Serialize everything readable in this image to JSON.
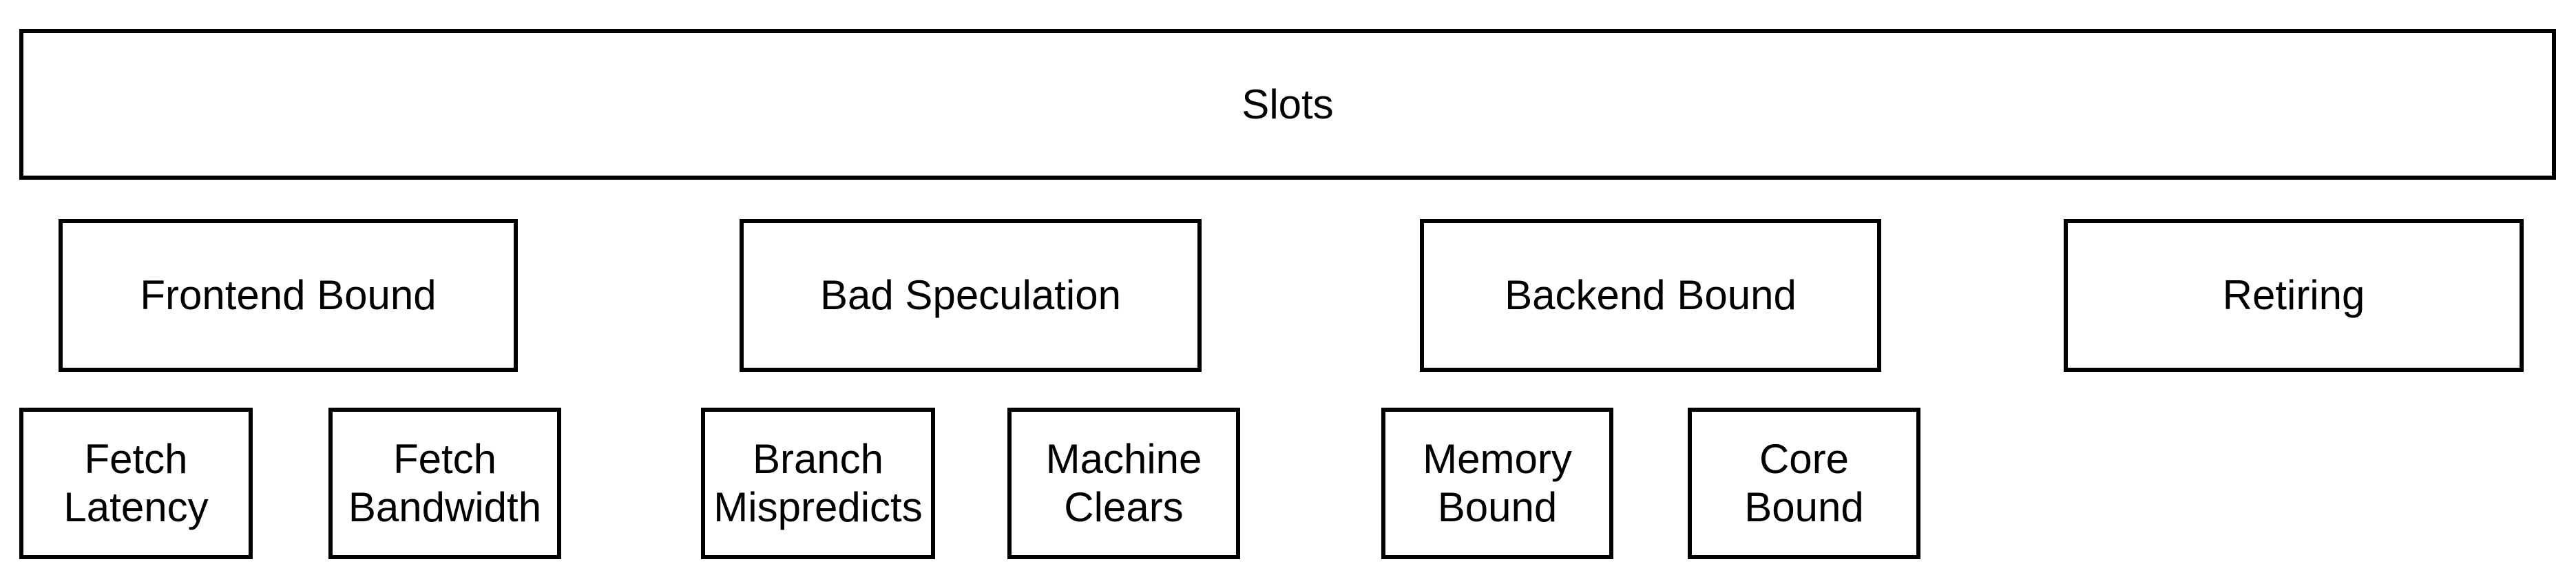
{
  "diagram": {
    "type": "hierarchy-block-diagram",
    "colors": {
      "background": "#ffffff",
      "box_fill": "#ffffff",
      "box_border": "#000000",
      "text": "#000000"
    },
    "root": {
      "label": "Slots",
      "children": [
        {
          "label": "Frontend Bound",
          "children": [
            {
              "label": "Fetch Latency"
            },
            {
              "label": "Fetch Bandwidth"
            }
          ]
        },
        {
          "label": "Bad Speculation",
          "children": [
            {
              "label": "Branch Mispredicts"
            },
            {
              "label": "Machine Clears"
            }
          ]
        },
        {
          "label": "Backend Bound",
          "children": [
            {
              "label": "Memory Bound"
            },
            {
              "label": "Core Bound"
            }
          ]
        },
        {
          "label": "Retiring",
          "children": []
        }
      ]
    }
  }
}
